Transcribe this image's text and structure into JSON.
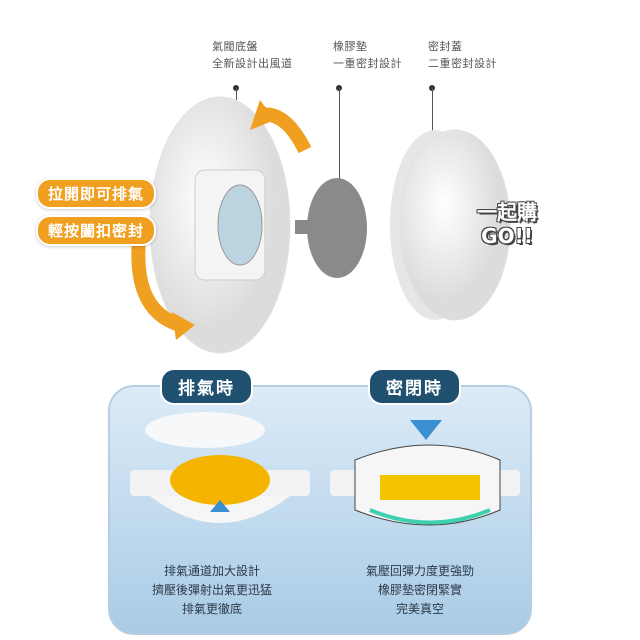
{
  "parts": [
    {
      "name": "氣閥底盤",
      "desc": "全新設計出風道"
    },
    {
      "name": "橡膠墊",
      "desc": "一重密封設計"
    },
    {
      "name": "密封蓋",
      "desc": "二重密封設計"
    }
  ],
  "actions": [
    "拉開即可排氣",
    "輕按闔扣密封"
  ],
  "promo": {
    "line1": "一起購",
    "line2": "GO!!"
  },
  "modes": [
    {
      "label": "排氣時",
      "lines": [
        "排氣通道加大設計",
        "擠壓後彈射出氣更迅猛",
        "排氣更徹底"
      ]
    },
    {
      "label": "密閉時",
      "lines": [
        "氣壓回彈力度更強勁",
        "橡膠墊密閉緊實",
        "完美真空"
      ]
    }
  ],
  "colors": {
    "accent": "#f0a020",
    "tag": "#1f5070",
    "panel": "#a9cbe6"
  }
}
